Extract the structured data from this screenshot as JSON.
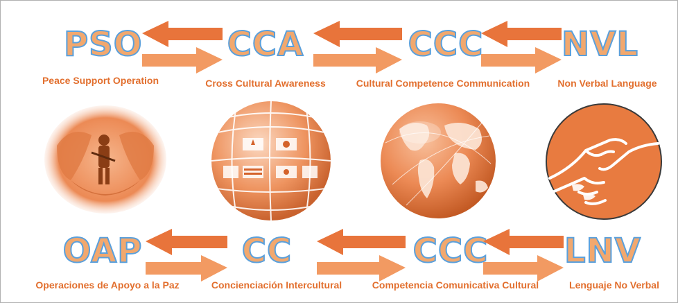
{
  "colors": {
    "orange": "#e8743b",
    "light_orange": "#f2a86e",
    "outline_blue": "#5aa0dc",
    "label_orange": "#e26f2e"
  },
  "top_row": {
    "acronyms": [
      "PSO",
      "CCA",
      "CCC",
      "NVL"
    ],
    "labels": [
      "Peace Support Operation",
      "Cross Cultural Awareness",
      "Cultural Competence Communication",
      "Non Verbal Language"
    ]
  },
  "bottom_row": {
    "acronyms": [
      "OAP",
      "CC",
      "CCC",
      "LNV"
    ],
    "labels": [
      "Operaciones de Apoyo a la Paz",
      "Concienciación Intercultural",
      "Competencia Comunicativa Cultural",
      "Lenguaje No Verbal"
    ]
  },
  "images": [
    {
      "icon": "soldier-in-hands-icon"
    },
    {
      "icon": "flag-globe-icon"
    },
    {
      "icon": "world-globe-icon"
    },
    {
      "icon": "handshake-icon"
    }
  ]
}
